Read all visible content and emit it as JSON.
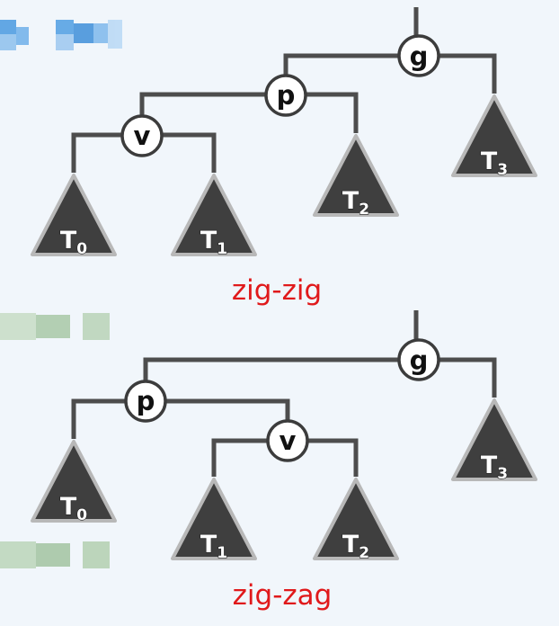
{
  "colors": {
    "background": "#f1f6fb",
    "edge": "#4d4d4d",
    "subtree_fill": "#3f3f3f",
    "subtree_border": "#b8b8b8",
    "node_fill": "#ffffff",
    "caption": "#e0191b",
    "blur_blue": "#3b8fd6",
    "blur_green": "#7fb07a"
  },
  "diagrams": [
    {
      "caption": "zig-zig",
      "nodes": [
        {
          "id": "g",
          "label": "g"
        },
        {
          "id": "p",
          "label": "p"
        },
        {
          "id": "v",
          "label": "v"
        }
      ],
      "subtrees": [
        {
          "id": "T0",
          "letter": "T",
          "index": "0"
        },
        {
          "id": "T1",
          "letter": "T",
          "index": "1"
        },
        {
          "id": "T2",
          "letter": "T",
          "index": "2"
        },
        {
          "id": "T3",
          "letter": "T",
          "index": "3"
        }
      ]
    },
    {
      "caption": "zig-zag",
      "nodes": [
        {
          "id": "g",
          "label": "g"
        },
        {
          "id": "p",
          "label": "p"
        },
        {
          "id": "v",
          "label": "v"
        }
      ],
      "subtrees": [
        {
          "id": "T0",
          "letter": "T",
          "index": "0"
        },
        {
          "id": "T1",
          "letter": "T",
          "index": "1"
        },
        {
          "id": "T2",
          "letter": "T",
          "index": "2"
        },
        {
          "id": "T3",
          "letter": "T",
          "index": "3"
        }
      ]
    }
  ]
}
